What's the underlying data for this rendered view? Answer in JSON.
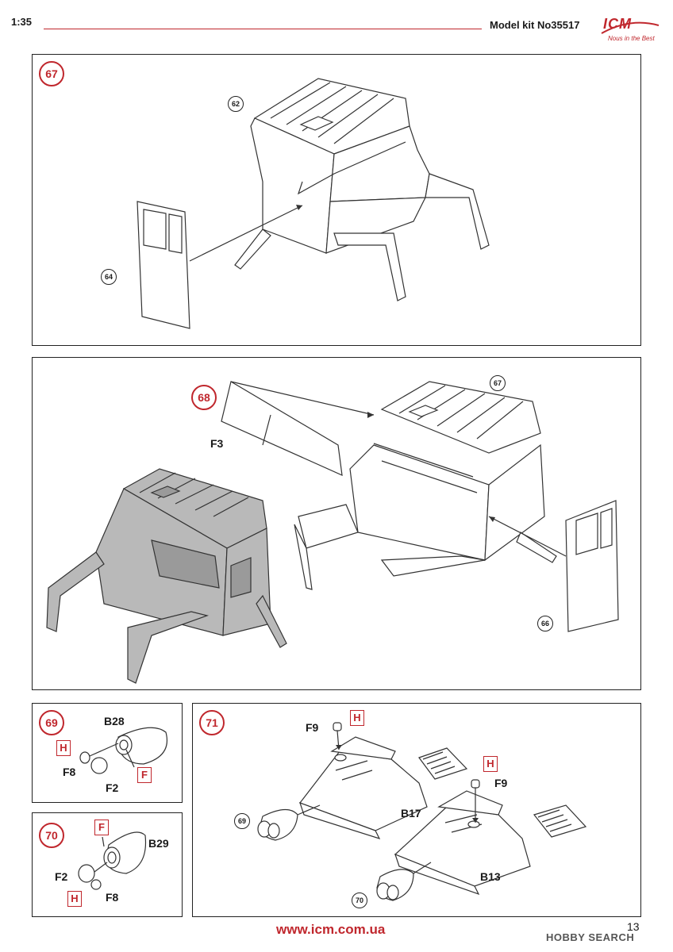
{
  "header": {
    "scale": "1:35",
    "kit_label": "Model kit No35517",
    "logo_text": "ICM",
    "logo_sub": "Nous in the Best"
  },
  "colors": {
    "accent": "#c0272d",
    "ink": "#1a1a1a",
    "assembled_grey": "#b9b9b9"
  },
  "steps": [
    {
      "number": "67",
      "refs": [
        "62",
        "64"
      ],
      "parts": []
    },
    {
      "number": "68",
      "refs": [
        "67",
        "66"
      ],
      "parts": [
        "F3"
      ]
    },
    {
      "number": "69",
      "refs": [],
      "parts": [
        "B28",
        "F8",
        "F2"
      ],
      "marks": [
        "H",
        "F"
      ]
    },
    {
      "number": "70",
      "refs": [],
      "parts": [
        "B29",
        "F2",
        "F8"
      ],
      "marks": [
        "F",
        "H"
      ]
    },
    {
      "number": "71",
      "refs": [
        "69",
        "70"
      ],
      "parts": [
        "F9",
        "B17",
        "F9",
        "B13"
      ],
      "marks": [
        "H",
        "H"
      ]
    }
  ],
  "footer": {
    "url": "www.icm.com.ua",
    "page_number": "13",
    "watermark": "HOBBY SEARCH"
  }
}
